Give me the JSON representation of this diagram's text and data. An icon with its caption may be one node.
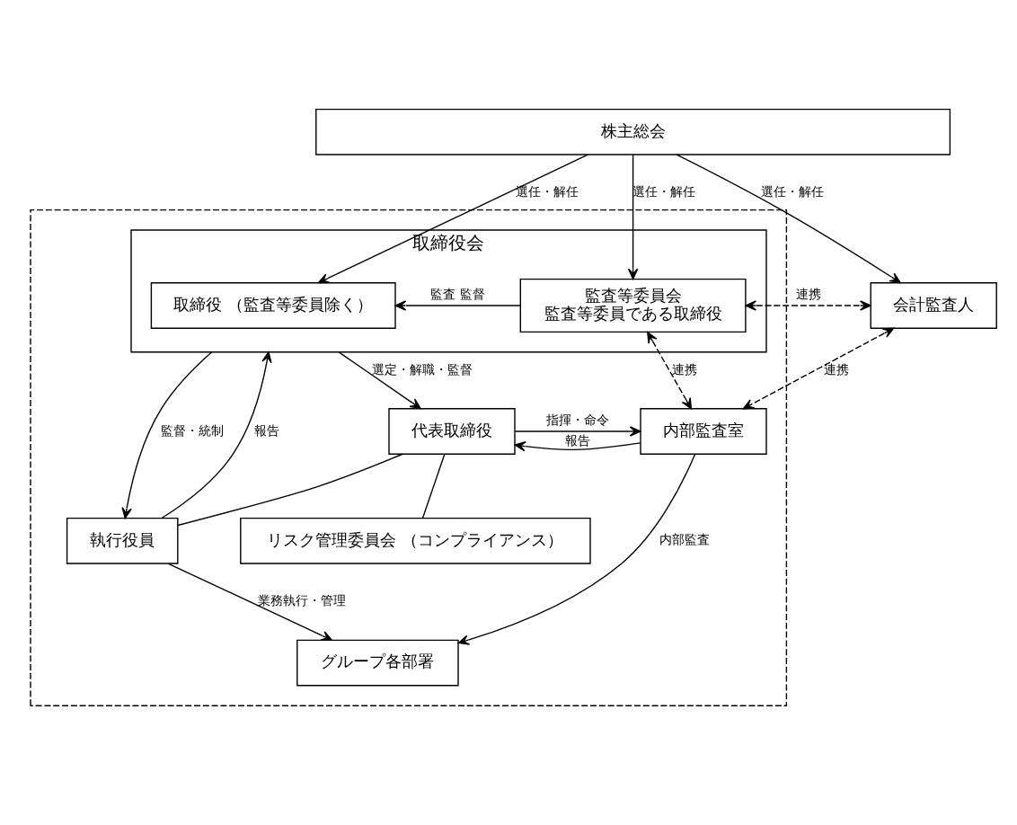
{
  "diagram": {
    "nodes": [
      {
        "text": [
          "株主総会"
        ]
      },
      {
        "text": [],
        "shape": "box"
      },
      {
        "text": [
          "取締役会"
        ],
        "in": 1
      },
      {
        "text": [
          "取締役 （監査等委員除く）"
        ],
        "in": 2
      },
      {
        "text": [
          "監査等委員会",
          "監査等委員である取締役"
        ],
        "in": 2
      },
      {
        "text": [
          "会計監査人"
        ]
      },
      {
        "text": [
          "代表取締役"
        ],
        "in": 1
      },
      {
        "text": [
          "内部監査室"
        ],
        "in": 1
      },
      {
        "text": [
          "リスク管理委員会 （コンプライアンス）"
        ],
        "in": 1
      },
      {
        "text": [
          "執行役員"
        ],
        "in": 1
      },
      {
        "text": [
          "グループ各部署"
        ],
        "in": 1
      }
    ],
    "edges": [
      {
        "from": 0,
        "to": 3,
        "arrow": "to",
        "label": "選任・解任"
      },
      {
        "from": 0,
        "to": 4,
        "arrow": "to",
        "label": "選任・解任"
      },
      {
        "from": 0,
        "to": 5,
        "arrow": "to",
        "label": "選任・解任"
      },
      {
        "from": 4,
        "to": 3,
        "arrow": "to",
        "label": "監査 監督"
      },
      {
        "from": 4,
        "to": 5,
        "arrow": "both",
        "label": "連携",
        "style": "dashed"
      },
      {
        "from": 4,
        "to": 7,
        "arrow": "both",
        "label": "連携",
        "style": "dashed"
      },
      {
        "from": 5,
        "to": 7,
        "arrow": "both",
        "label": "連携",
        "style": "dashed"
      },
      {
        "from": 2,
        "to": 6,
        "arrow": "to",
        "label": "選定・解職・監督"
      },
      {
        "from": 6,
        "to": 7,
        "arrow": "to",
        "label": "指揮・命令"
      },
      {
        "from": 7,
        "to": 6,
        "arrow": "to",
        "label": "報告"
      },
      {
        "from": 6,
        "to": 8,
        "arrow": "none"
      },
      {
        "from": 6,
        "to": 9,
        "arrow": "none"
      },
      {
        "from": 2,
        "to": 9,
        "arrow": "to",
        "label": "監督・統制"
      },
      {
        "from": 9,
        "to": 2,
        "arrow": "to",
        "label": "報告"
      },
      {
        "from": 9,
        "to": 10,
        "arrow": "to",
        "label": "業務執行・管理"
      },
      {
        "from": 7,
        "to": 10,
        "arrow": "to",
        "label": "内部監査"
      }
    ]
  }
}
